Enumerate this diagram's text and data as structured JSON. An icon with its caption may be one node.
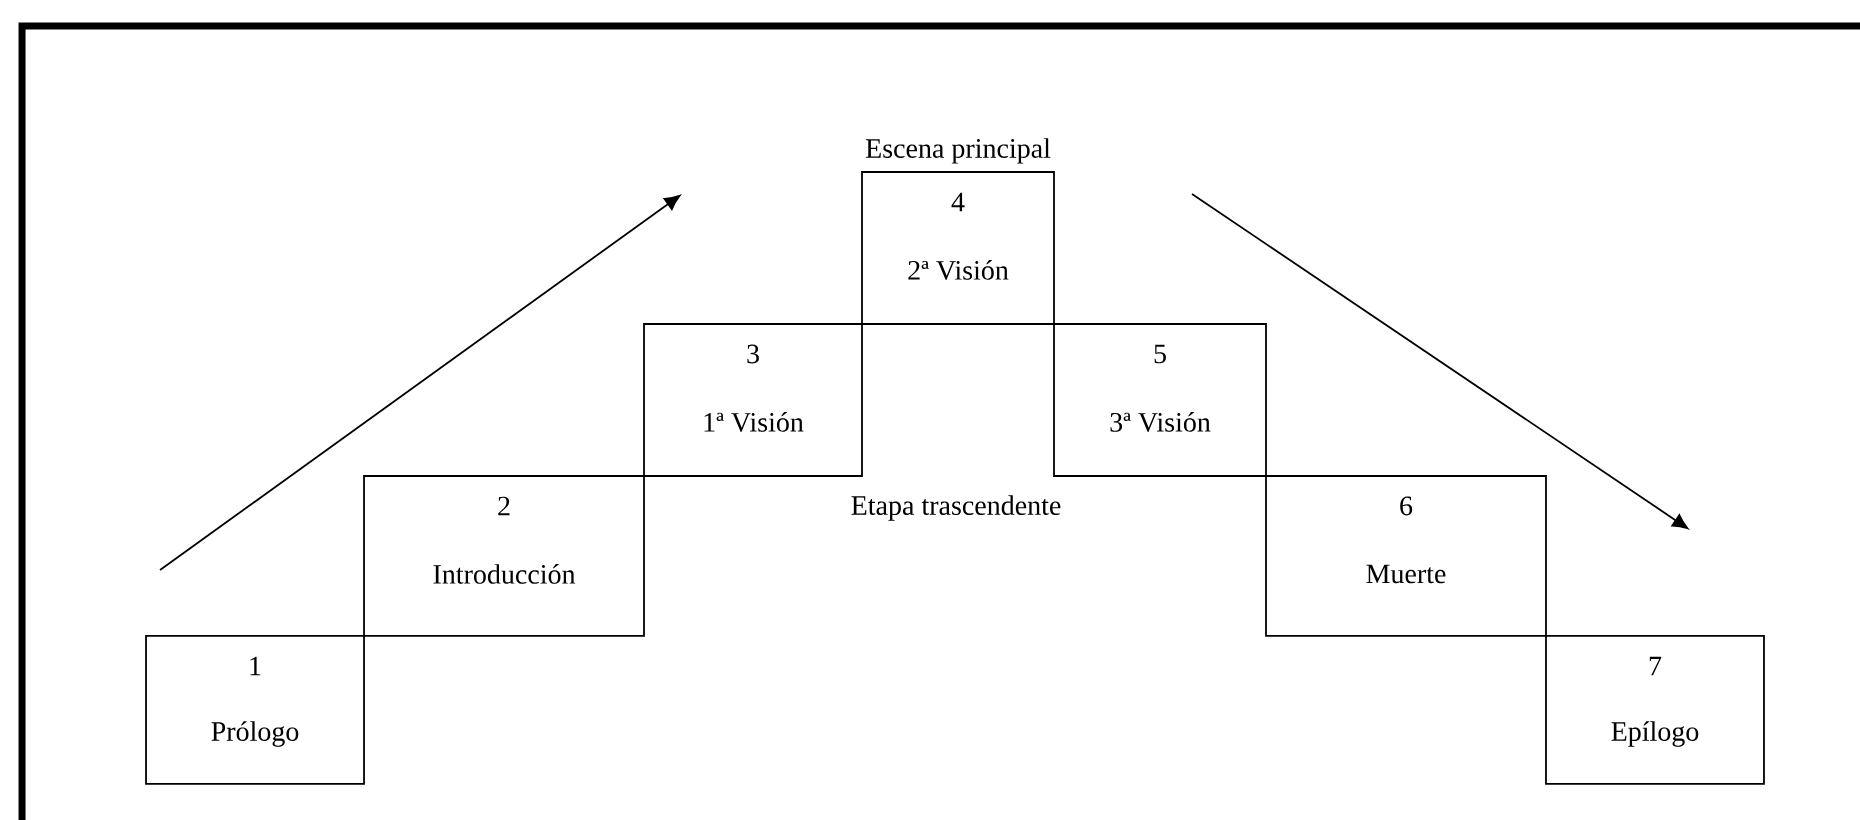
{
  "diagram": {
    "nodes": [
      {
        "text": [
          "1",
          "Prólogo"
        ]
      },
      {
        "text": [
          "2",
          "Introducción"
        ]
      },
      {
        "text": [
          "3",
          "1ª Visión"
        ]
      },
      {
        "text": [
          "4",
          "2ª Visión"
        ],
        "beside": [
          "Escena principal"
        ]
      },
      {
        "text": [
          "5",
          "3ª Visión"
        ]
      },
      {
        "text": [
          "6",
          "Muerte"
        ]
      },
      {
        "text": [
          "7",
          "Epílogo"
        ]
      }
    ],
    "labels": [
      "Etapa trascendente"
    ]
  }
}
